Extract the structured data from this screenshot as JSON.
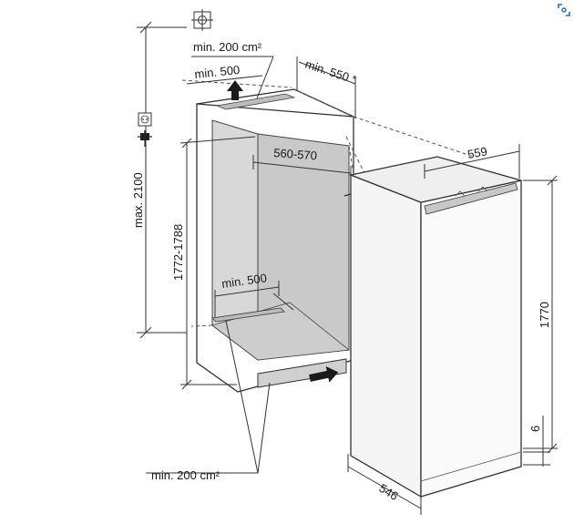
{
  "labels": {
    "vent_top": "min. 200 cm²",
    "top_depth": "min. 500",
    "depth": "min. 550 *",
    "max_height": "max. 2100",
    "niche_width": "560-570",
    "niche_height": "1772-1788",
    "bottom_depth": "min. 500",
    "vent_bottom": "min. 200 cm²",
    "app_width": "559",
    "app_height": "1770",
    "app_gap": "6",
    "app_depth": "546"
  },
  "colors": {
    "line": "#333333",
    "niche_fill": "#d2d2d2",
    "niche_inner": "#bdbdbd",
    "appliance_fill": "#f7f7f7",
    "vent_fill": "#cfcfcf"
  },
  "icons": {
    "plumb": "plumb-target-icon",
    "socket": "socket-icon",
    "plug": "plug-icon",
    "arrow_up": "arrow-up-icon",
    "arrow_in": "arrow-right-icon",
    "corner": "expand-icon"
  }
}
